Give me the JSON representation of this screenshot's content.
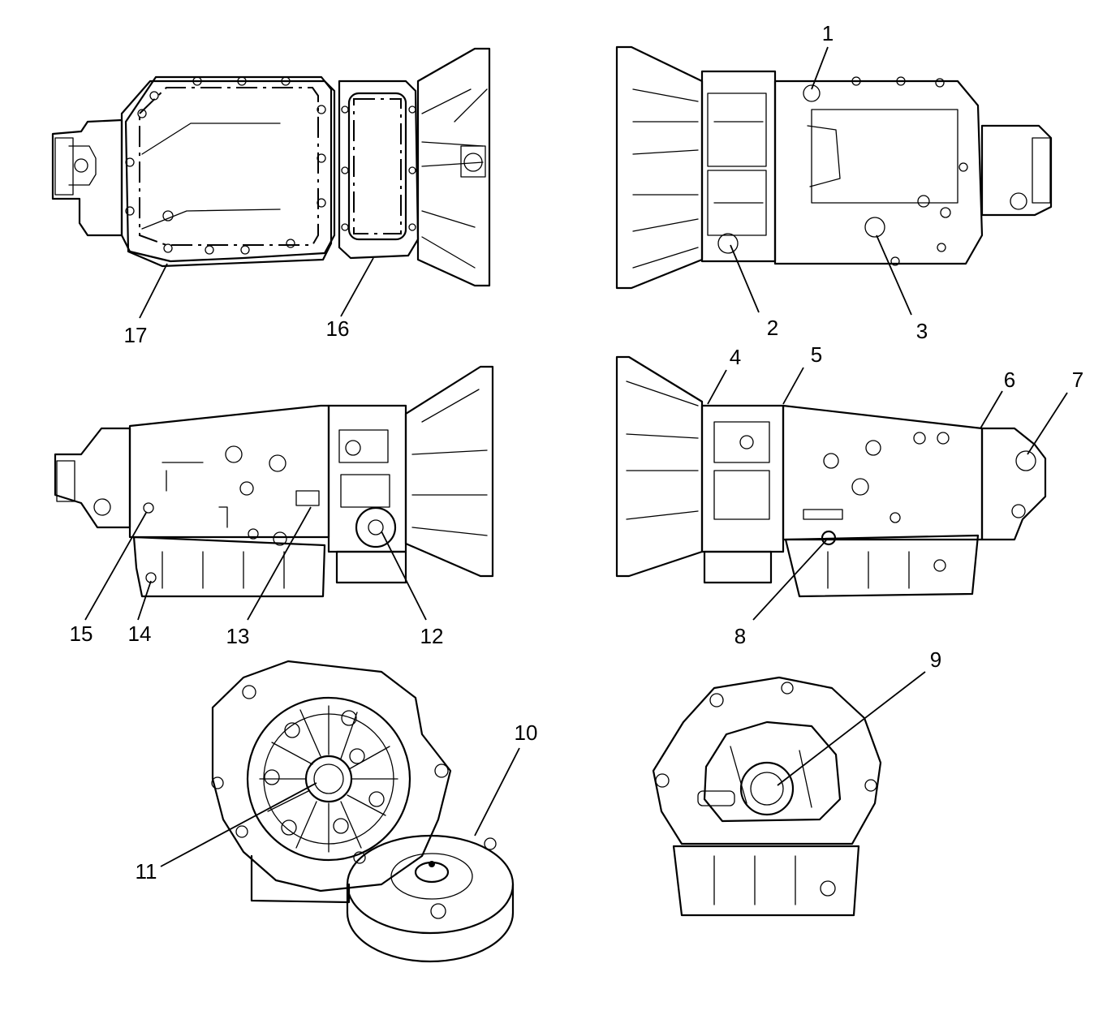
{
  "callouts": [
    {
      "id": "1",
      "label": "1"
    },
    {
      "id": "2",
      "label": "2"
    },
    {
      "id": "3",
      "label": "3"
    },
    {
      "id": "4",
      "label": "4"
    },
    {
      "id": "5",
      "label": "5"
    },
    {
      "id": "6",
      "label": "6"
    },
    {
      "id": "7",
      "label": "7"
    },
    {
      "id": "8",
      "label": "8"
    },
    {
      "id": "9",
      "label": "9"
    },
    {
      "id": "10",
      "label": "10"
    },
    {
      "id": "11",
      "label": "11"
    },
    {
      "id": "12",
      "label": "12"
    },
    {
      "id": "13",
      "label": "13"
    },
    {
      "id": "14",
      "label": "14"
    },
    {
      "id": "15",
      "label": "15"
    },
    {
      "id": "16",
      "label": "16"
    },
    {
      "id": "17",
      "label": "17"
    }
  ],
  "views": [
    {
      "name": "bottom-view",
      "icon": "transmission-bottom-view-icon"
    },
    {
      "name": "top-view",
      "icon": "transmission-top-view-icon"
    },
    {
      "name": "left-side-view",
      "icon": "transmission-left-side-view-icon"
    },
    {
      "name": "right-side-view",
      "icon": "transmission-right-side-view-icon"
    },
    {
      "name": "front-view-with-converter",
      "icon": "transmission-front-converter-icon"
    },
    {
      "name": "front-view",
      "icon": "transmission-front-view-icon"
    }
  ]
}
